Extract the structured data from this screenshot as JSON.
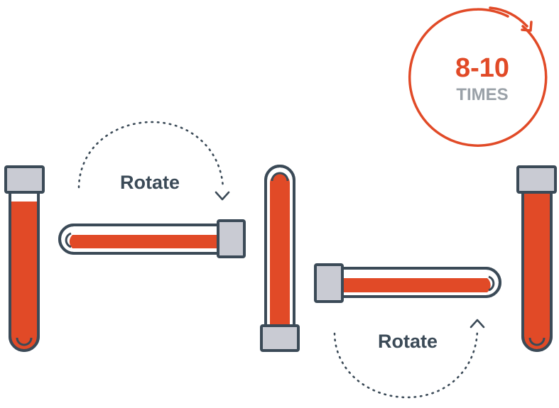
{
  "labels": {
    "rotate_top": "Rotate",
    "rotate_bottom": "Rotate"
  },
  "badge": {
    "count": "8-10",
    "unit": "TIMES"
  },
  "colors": {
    "blood": "#e14a27",
    "outline": "#3b4a57",
    "cap": "#c9cbd3",
    "badge_accent": "#e14a27",
    "badge_text_gray": "#9aa1a8",
    "label_text": "#3b4a57"
  },
  "icons": [
    "tube-upright-capped",
    "tube-horizontal-cap-right",
    "tube-inverted",
    "tube-horizontal-cap-left",
    "tube-upright-capped-final",
    "rotate-arrow",
    "repeat-circle-arrow"
  ]
}
